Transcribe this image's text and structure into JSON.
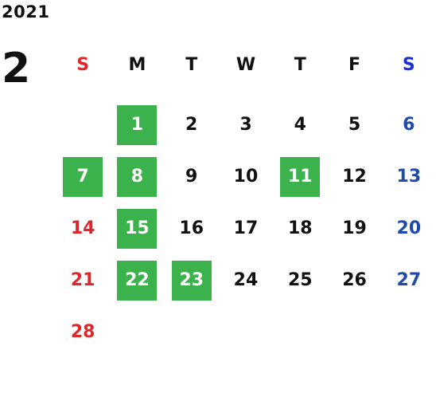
{
  "calendar": {
    "year": "2021",
    "month": "2",
    "weekdays": [
      "S",
      "M",
      "T",
      "W",
      "T",
      "F",
      "S"
    ],
    "weeks": [
      [
        {
          "d": ""
        },
        {
          "d": "1",
          "hl": true
        },
        {
          "d": "2"
        },
        {
          "d": "3"
        },
        {
          "d": "4"
        },
        {
          "d": "5"
        },
        {
          "d": "6"
        }
      ],
      [
        {
          "d": "7",
          "hl": true
        },
        {
          "d": "8",
          "hl": true
        },
        {
          "d": "9"
        },
        {
          "d": "10"
        },
        {
          "d": "11",
          "hl": true
        },
        {
          "d": "12"
        },
        {
          "d": "13"
        }
      ],
      [
        {
          "d": "14"
        },
        {
          "d": "15",
          "hl": true
        },
        {
          "d": "16"
        },
        {
          "d": "17"
        },
        {
          "d": "18"
        },
        {
          "d": "19"
        },
        {
          "d": "20"
        }
      ],
      [
        {
          "d": "21"
        },
        {
          "d": "22",
          "hl": true
        },
        {
          "d": "23",
          "hl": true
        },
        {
          "d": "24"
        },
        {
          "d": "25"
        },
        {
          "d": "26"
        },
        {
          "d": "27"
        }
      ],
      [
        {
          "d": "28"
        },
        {
          "d": ""
        },
        {
          "d": ""
        },
        {
          "d": ""
        },
        {
          "d": ""
        },
        {
          "d": ""
        },
        {
          "d": ""
        }
      ]
    ]
  },
  "colors": {
    "highlight": "#3cb24c",
    "sunday": "#e0262b",
    "saturday": "#1f4aa8"
  }
}
